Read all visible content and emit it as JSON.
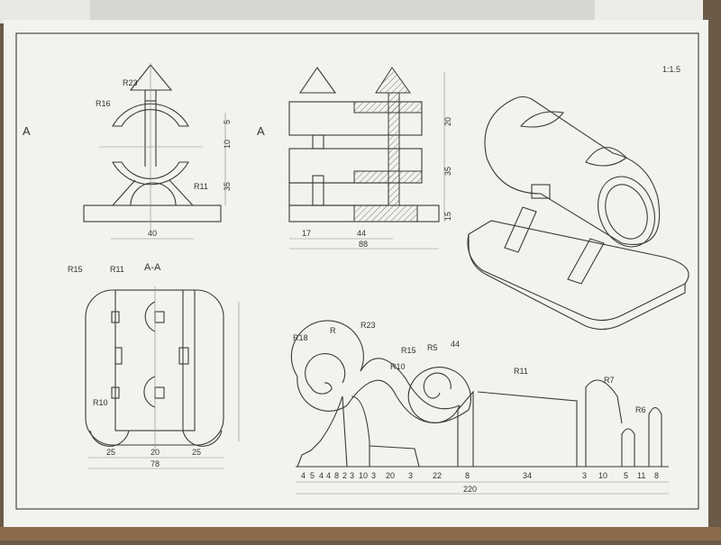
{
  "sheet": {
    "scale_note": "1:1.5",
    "section_label": "A-A",
    "view_arrow_left": "A",
    "view_arrow_right": "A"
  },
  "front_view": {
    "labels": [
      "R23",
      "R16",
      "R11",
      "40",
      "5",
      "10",
      "35"
    ]
  },
  "side_view": {
    "labels": [
      "17",
      "44",
      "88",
      "20",
      "35",
      "15"
    ]
  },
  "section_view": {
    "labels": [
      "R15",
      "R11",
      "R10",
      "25",
      "20",
      "25",
      "78"
    ]
  },
  "profile_view": {
    "top_labels": [
      "R18",
      "R",
      "R23",
      "R15",
      "R5",
      "44",
      "R10",
      "R11",
      "R7",
      "R6"
    ],
    "bottom_dims": [
      "4",
      "5",
      "4",
      "4",
      "8",
      "2",
      "3",
      "10",
      "3",
      "20",
      "3",
      "22",
      "8",
      "34",
      "3",
      "10",
      "5",
      "11",
      "8"
    ],
    "overall": "220"
  },
  "colors": {
    "paper": "#f2f2ef",
    "line": "#3a3a3a",
    "backdrop": "#6b5a48"
  }
}
